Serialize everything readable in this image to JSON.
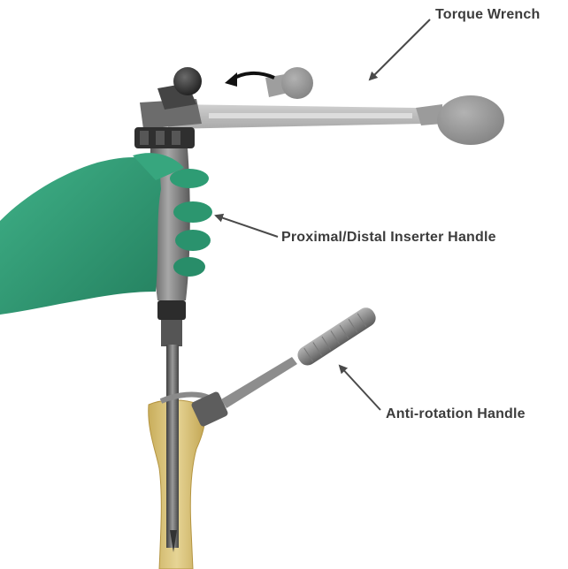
{
  "labels": {
    "torque_wrench": "Torque Wrench",
    "inserter_handle": "Proximal/Distal Inserter Handle",
    "anti_rotation_handle": "Anti-rotation Handle"
  },
  "colors": {
    "glove": "#2e9c74",
    "bone": "#d8c27a",
    "instrument_dark": "#4a4a4a",
    "instrument_light": "#9a9a9a",
    "label_text": "#3c3c3c",
    "arrow": "#4a4a4a"
  }
}
